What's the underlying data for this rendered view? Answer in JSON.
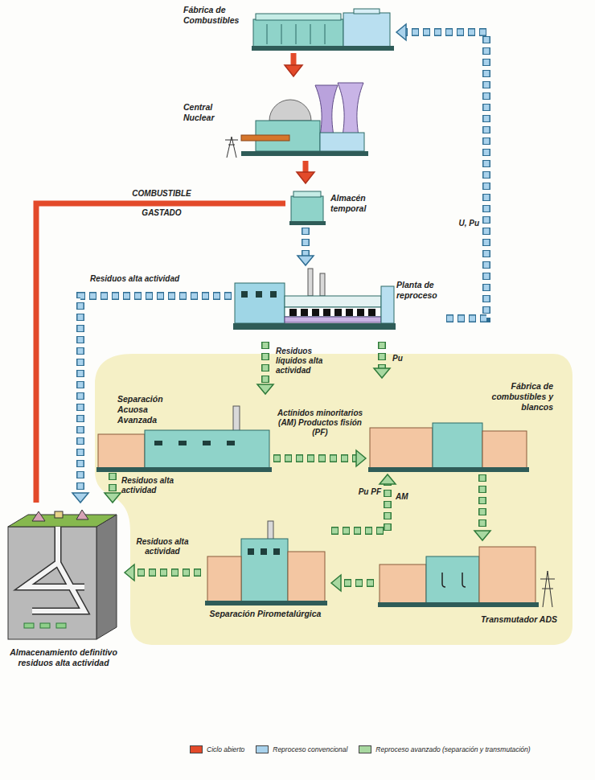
{
  "diagram": {
    "nodes": [
      {
        "text": [
          "Fábrica de Combustibles"
        ]
      },
      {
        "text": [
          "Central Nuclear"
        ]
      },
      {
        "text": [
          "Almacén temporal"
        ]
      },
      {
        "text": [
          "Planta de reproceso"
        ]
      },
      {
        "text": [
          "Separación Acuosa Avanzada"
        ]
      },
      {
        "text": [
          "Fábrica de combustibles y blancos"
        ]
      },
      {
        "text": [
          "Transmutador ADS"
        ]
      },
      {
        "text": [
          "Separación Pirometalúrgica"
        ]
      },
      {
        "text": [
          "Almacenamiento definitivo residuos alta actividad"
        ]
      }
    ],
    "edges": [
      {
        "from": 0,
        "to": 1,
        "arrow": "to"
      },
      {
        "from": 1,
        "to": 2,
        "arrow": "to"
      },
      {
        "from": 2,
        "to": 8,
        "label": "COMBUSTIBLE GASTADO",
        "arrow": "none"
      },
      {
        "from": 2,
        "to": 3,
        "arrow": "to"
      },
      {
        "from": 3,
        "to": 0,
        "label": "U, Pu",
        "arrow": "to"
      },
      {
        "from": 3,
        "to": 8,
        "label": "Residuos alta actividad",
        "arrow": "to"
      },
      {
        "from": 3,
        "to": 4,
        "label": "Residuos líquidos alta actividad",
        "arrow": "to"
      },
      {
        "from": 3,
        "to": 5,
        "label": "Pu",
        "arrow": "to"
      },
      {
        "from": 4,
        "to": 5,
        "label": "Actínidos minoritarios (AM) Productos fisión (PF)",
        "arrow": "to"
      },
      {
        "from": 4,
        "to": 8,
        "label": "Residuos alta actividad",
        "arrow": "to"
      },
      {
        "from": 5,
        "to": 6,
        "arrow": "to"
      },
      {
        "from": 6,
        "to": 7,
        "arrow": "to"
      },
      {
        "from": 7,
        "to": 5,
        "label": "Pu PF",
        "arrow": "to"
      },
      {
        "from": 7,
        "to": 8,
        "label": "Residuos alta actividad",
        "arrow": "to"
      }
    ],
    "labels": [
      "AM"
    ],
    "legend": [
      {
        "text": "Ciclo abierto",
        "color": "#e34a2a"
      },
      {
        "text": "Reproceso convencional",
        "color": "#a9d2ec"
      },
      {
        "text": "Reproceso avanzado (separación y transmutación)",
        "color": "#a8d8a0"
      }
    ]
  }
}
